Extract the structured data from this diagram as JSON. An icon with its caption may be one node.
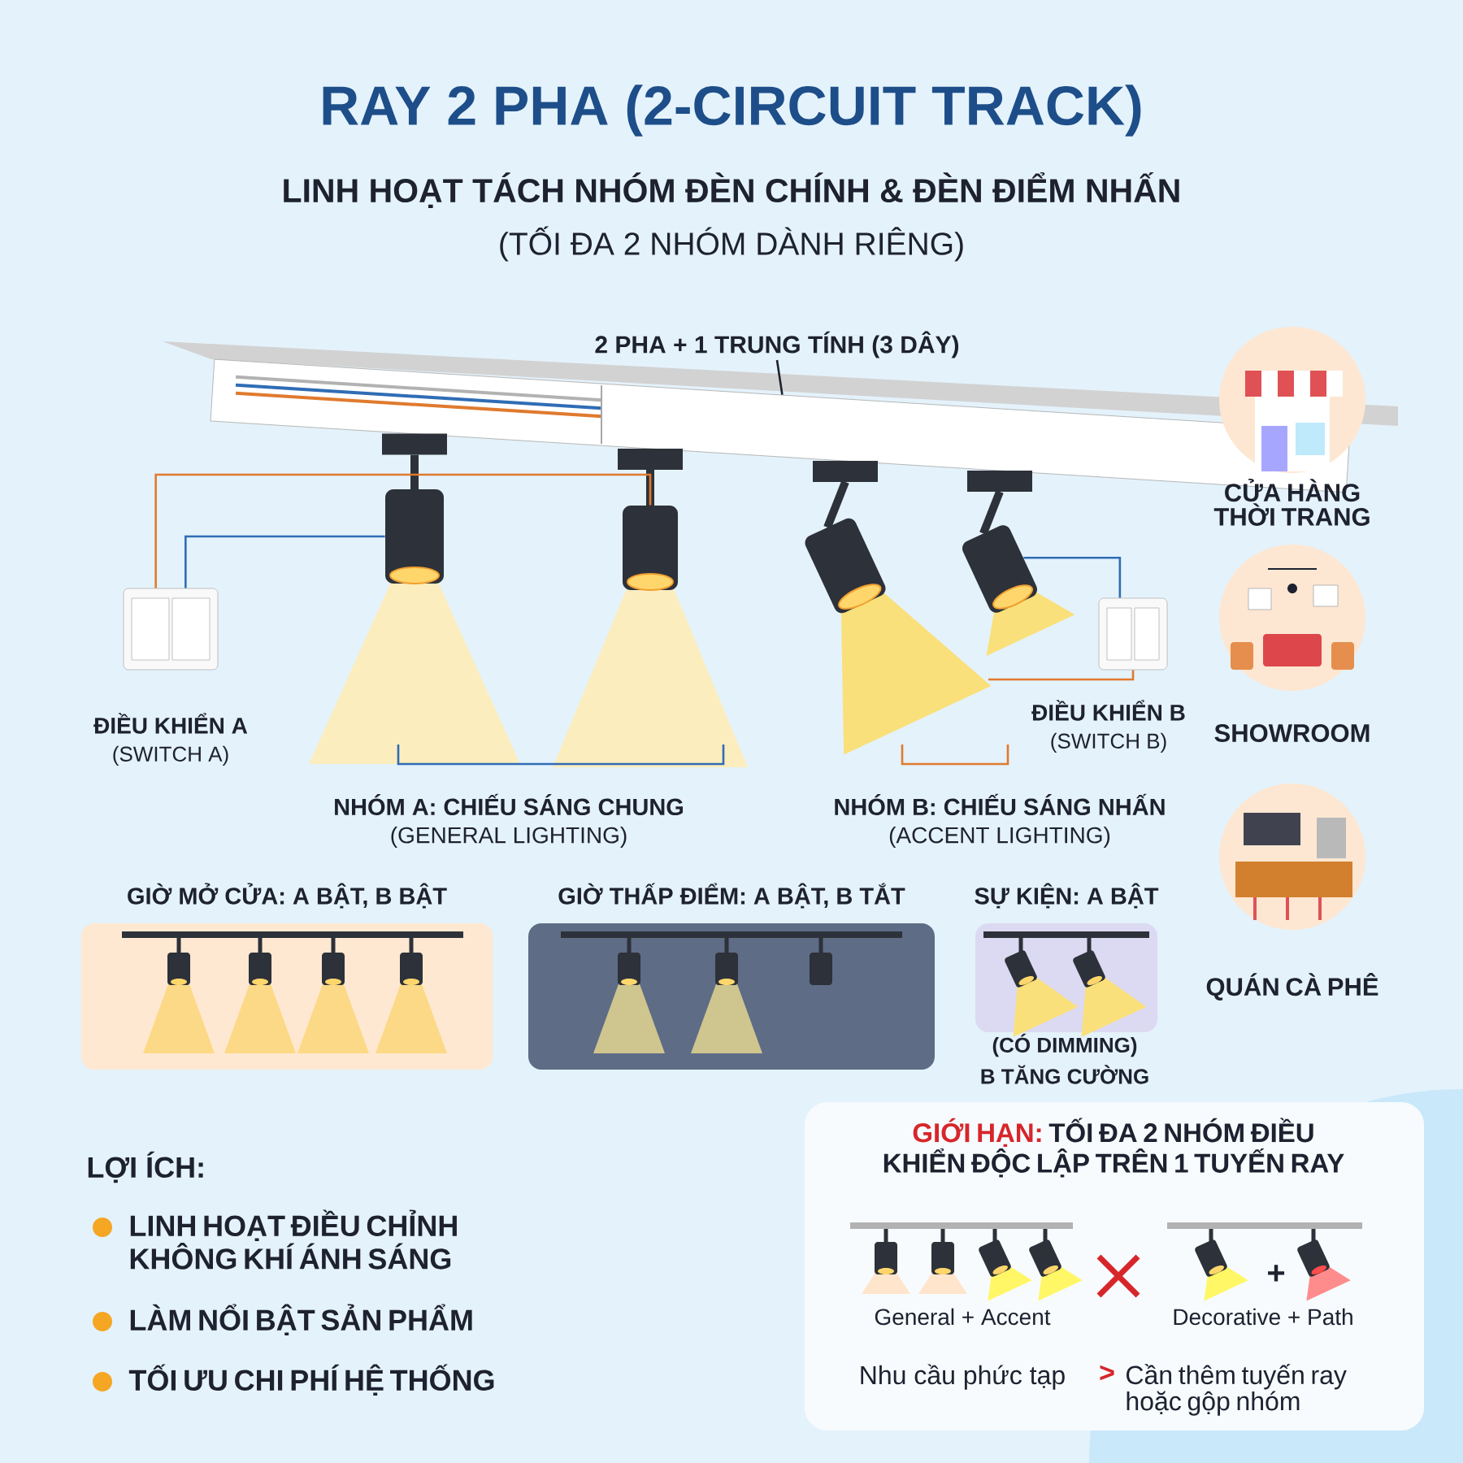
{
  "diagram": {
    "title": "RAY 2 PHA (2-CIRCUIT TRACK)",
    "nodes": [
      {
        "text": [
          "2 PHA + 1 TRUNG TÍNH (3 DÂY)"
        ]
      },
      {
        "text": [],
        "shape": "bar"
      },
      {
        "text": [],
        "shape": "picture"
      },
      {
        "text": [],
        "shape": "picture"
      },
      {
        "text": [],
        "shape": "picture"
      },
      {
        "text": [],
        "shape": "picture"
      },
      {
        "text": [],
        "shape": "box",
        "beside": [
          "ĐIỀU KHIỂN A",
          "(SWITCH A)"
        ]
      },
      {
        "text": [],
        "shape": "box",
        "beside": [
          "ĐIỀU KHIỂN B",
          "(SWITCH B)"
        ]
      },
      {
        "text": [
          "CỬA HÀNG THỜI TRANG"
        ]
      },
      {
        "text": [
          "SHOWROOM"
        ]
      },
      {
        "text": [
          "QUÁN CÀ PHÊ"
        ]
      },
      {
        "text": [
          "GIỜ MỞ CỬA: A BẬT, B BẬT"
        ]
      },
      {
        "text": [
          "GIỜ THẤP ĐIỂM: A BẬT, B TẮT"
        ]
      },
      {
        "text": [
          "SỰ KIỆN: A BẬT"
        ],
        "beside": [
          "(CÓ DIMMING)",
          "B TĂNG CƯỜNG"
        ]
      },
      {
        "text": [
          "GIỚI HẠN:",
          "TỐI ĐA 2 NHÓM ĐIỀU KHIỂN ĐỘC LẬP TRÊN 1 TUYẾN RAY",
          "+",
          "General + Accent",
          "Decorative + Path",
          "Nhu cầu phức tạp",
          ">",
          "Cần thêm tuyến ray hoặc gộp nhóm"
        ]
      }
    ],
    "edges": [
      {
        "from": 0,
        "to": 1,
        "arrow": "none",
        "color": "#1e2230"
      },
      {
        "from": 6,
        "to": 2,
        "arrow": "none",
        "color": "#2f6db5"
      },
      {
        "from": 6,
        "to": 3,
        "arrow": "none",
        "color": "#e07a2e"
      },
      {
        "from": 7,
        "to": 4,
        "arrow": "none",
        "color": "#e07a2e"
      },
      {
        "from": 7,
        "to": 5,
        "arrow": "none",
        "color": "#2f6db5"
      }
    ],
    "labels": [
      "LINH HOẠT TÁCH NHÓM ĐÈN CHÍNH & ĐÈN ĐIỂM NHẤN",
      "(TỐI ĐA 2 NHÓM DÀNH RIÊNG)",
      "NHÓM A: CHIẾU SÁNG CHUNG",
      "(GENERAL LIGHTING)",
      "NHÓM B: CHIẾU SÁNG NHẤN",
      "(ACCENT LIGHTING)",
      "LỢI ÍCH:",
      "LINH HOẠT ĐIỀU CHỈNH KHÔNG KHÍ ÁNH SÁNG",
      "LÀM NỔI BẬT SẢN PHẨM",
      "TỐI ƯU CHI PHÍ HỆ THỐNG"
    ]
  }
}
